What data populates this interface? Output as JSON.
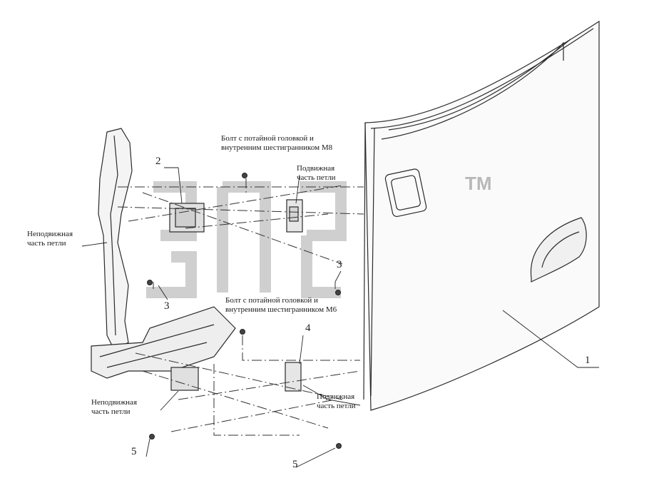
{
  "labels": {
    "bolt_m8_line1": "Болт с потайной головкой и",
    "bolt_m8_line2": "внутренним шестигранником М8",
    "moving_hinge_top_line1": "Подвижная",
    "moving_hinge_top_line2": "часть петли",
    "fixed_hinge_top_line1": "Неподвижная",
    "fixed_hinge_top_line2": "часть петли",
    "bolt_m6_line1": "Болт с потайной головкой и",
    "bolt_m6_line2": "внутренним шестигранником М6",
    "fixed_hinge_bottom_line1": "Неподвижная",
    "fixed_hinge_bottom_line2": "часть петли",
    "moving_hinge_bottom_line1": "Подвижная",
    "moving_hinge_bottom_line2": "часть петли"
  },
  "callouts": {
    "n1": "1",
    "n2": "2",
    "n3_left": "3",
    "n3_right": "3",
    "n4": "4",
    "n5_left": "5",
    "n5_right": "5"
  },
  "watermark": {
    "tm": "TM"
  },
  "colors": {
    "line": "#2a2a2a",
    "watermark": "#c4c4c4"
  }
}
